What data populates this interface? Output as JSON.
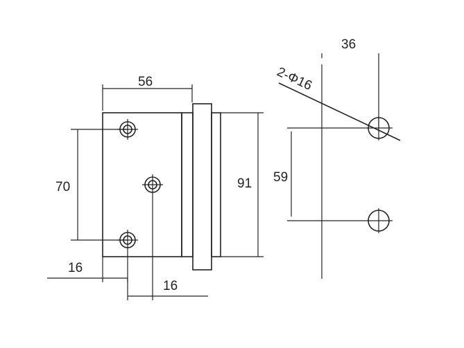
{
  "dimensions": {
    "width_56": "56",
    "height_70": "70",
    "height_91": "91",
    "offset_16_left": "16",
    "offset_16_bottom": "16",
    "hole_spec": "2-Φ16",
    "width_36": "36",
    "height_59": "59"
  },
  "colors": {
    "line": "#222222",
    "background": "#ffffff"
  }
}
